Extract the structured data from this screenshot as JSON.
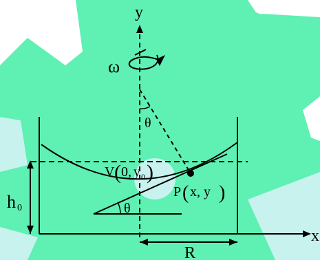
{
  "axes": {
    "y_label": "y",
    "x_label": "x"
  },
  "labels": {
    "omega": "ω",
    "theta_top": "θ",
    "theta_bottom": "θ",
    "vertex_prefix": "V",
    "vertex_x": "0,",
    "vertex_y": "y",
    "vertex_y_sub": "0",
    "point": "P",
    "point_coords": "x, y",
    "h": "h",
    "h_sub": "0",
    "radius": "R"
  },
  "background": {
    "gear_color": "#5ff0b4",
    "gear_light_color": "#c8f2ee",
    "icon": "gear-icon"
  }
}
